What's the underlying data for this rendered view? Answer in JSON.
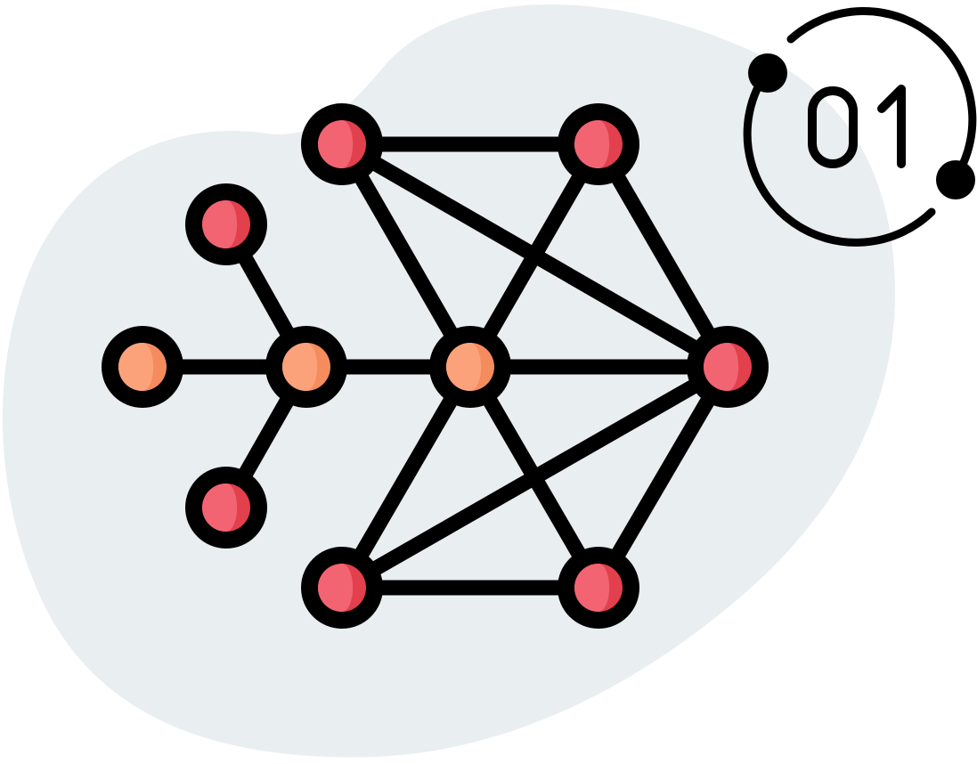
{
  "colors": {
    "blob": "#e9eef0",
    "outline": "#000000",
    "node_red": "#f26472",
    "node_red_shade": "#e2404d",
    "node_orange": "#fca27a",
    "node_orange_shade": "#f48c5e"
  },
  "badge": {
    "label": "01",
    "icon": "numbered-circle-badge"
  },
  "network": {
    "icon": "network-graph-icon",
    "node_count": 10,
    "edge_count": 16
  }
}
